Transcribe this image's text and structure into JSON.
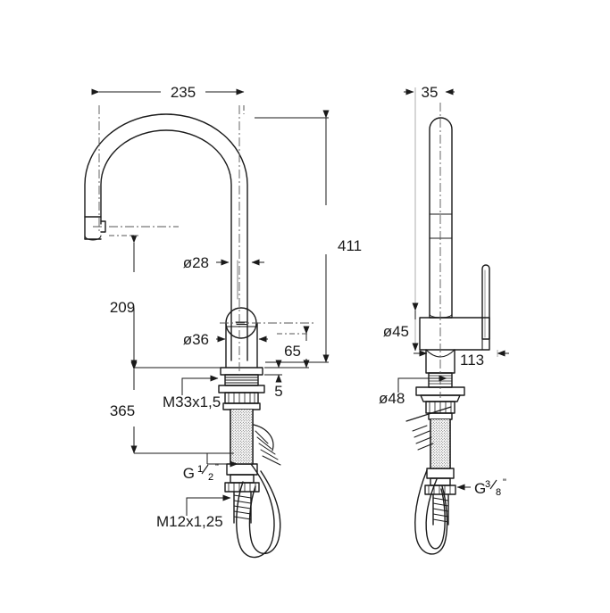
{
  "drawing": {
    "type": "technical-dimension-drawing",
    "subject": "pull-out kitchen sink mixer tap",
    "background_color": "#ffffff",
    "line_color": "#1a1a1a",
    "views": [
      {
        "name": "front-view",
        "label": ""
      },
      {
        "name": "side-view",
        "label": ""
      }
    ],
    "dimensions": {
      "front_view": [
        {
          "name": "spout-reach",
          "value": "235",
          "orientation": "horizontal"
        },
        {
          "name": "overall-height",
          "value": "411",
          "orientation": "vertical"
        },
        {
          "name": "spout-outlet-height",
          "value": "209",
          "orientation": "vertical"
        },
        {
          "name": "hose-length-below-deck",
          "value": "365",
          "orientation": "vertical"
        },
        {
          "name": "spout-tube-diameter",
          "value": "ø28",
          "orientation": "horizontal"
        },
        {
          "name": "body-diameter",
          "value": "ø36",
          "orientation": "horizontal"
        },
        {
          "name": "body-base-height",
          "value": "65",
          "orientation": "vertical"
        },
        {
          "name": "washer-thickness",
          "value": "5",
          "orientation": "vertical"
        },
        {
          "name": "mounting-thread",
          "value": "M33x1,5",
          "orientation": "leader"
        },
        {
          "name": "supply-thread-half-inch",
          "value": "G½\"",
          "orientation": "leader",
          "text_main": "G",
          "text_num": "1",
          "text_den": "2",
          "text_suffix": "\""
        },
        {
          "name": "hose-thread-m12",
          "value": "M12x1,25",
          "orientation": "leader"
        }
      ],
      "side_view": [
        {
          "name": "body-width",
          "value": "35",
          "orientation": "horizontal"
        },
        {
          "name": "base-diameter-45",
          "value": "ø45",
          "orientation": "vertical"
        },
        {
          "name": "handle-projection",
          "value": "113",
          "orientation": "horizontal"
        },
        {
          "name": "escutcheon-diameter-48",
          "value": "ø48",
          "orientation": "leader"
        },
        {
          "name": "supply-thread-three-eighths",
          "value": "G⅜\"",
          "orientation": "leader",
          "text_main": "G",
          "text_num": "3",
          "text_den": "8",
          "text_suffix": "\""
        }
      ]
    }
  }
}
